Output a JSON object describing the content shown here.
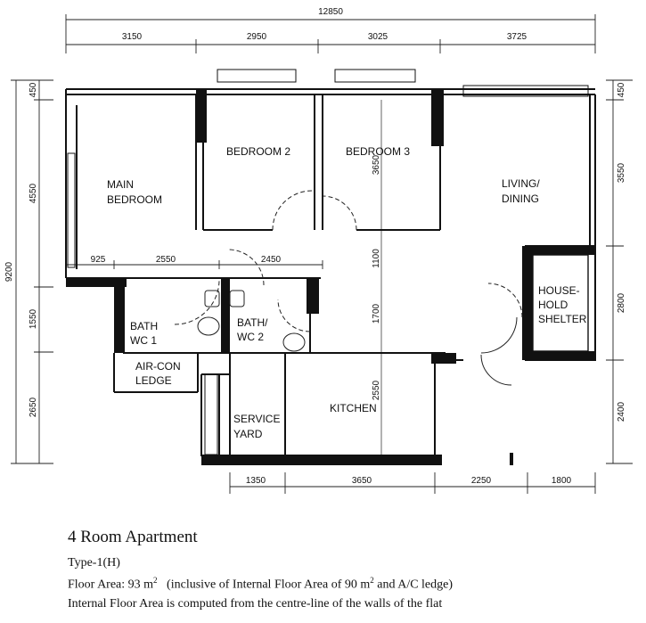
{
  "dimensions": {
    "overall_width": "12850",
    "top": [
      "3150",
      "2950",
      "3025",
      "3725"
    ],
    "bottom": [
      "1350",
      "3650",
      "2250",
      "1800"
    ],
    "left_total": "9200",
    "left": [
      "450",
      "4550",
      "1550",
      "2650"
    ],
    "right": [
      "450",
      "3550",
      "2800",
      "2400"
    ],
    "interior_row": [
      "925",
      "2550",
      "2450"
    ],
    "interior_vertical": [
      "3650",
      "1100",
      "1700",
      "2550"
    ]
  },
  "rooms": {
    "main_bedroom": [
      "MAIN",
      "BEDROOM"
    ],
    "bedroom_2": "BEDROOM  2",
    "bedroom_3": "BEDROOM  3",
    "living_dining": [
      "LIVING/",
      "DINING"
    ],
    "household_shelter": [
      "HOUSE-",
      "HOLD",
      "SHELTER"
    ],
    "bath_wc_1": [
      "BATH",
      "WC  1"
    ],
    "bath_wc_2": [
      "BATH/",
      "WC  2"
    ],
    "aircon_ledge": [
      "AIR-CON",
      "LEDGE"
    ],
    "service_yard": [
      "SERVICE",
      "YARD"
    ],
    "kitchen": "KITCHEN"
  },
  "caption": {
    "title": "4 Room Apartment",
    "type": "Type-1(H)",
    "floor_area_label": "Floor Area: 93 m",
    "floor_area_sup": "2",
    "floor_area_note_a": "(inclusive of Internal Floor Area of 90 m",
    "floor_area_note_sup": "2",
    "floor_area_note_b": " and A/C ledge)",
    "internal_note": "Internal Floor Area is computed from the centre-line of the walls of the flat"
  }
}
